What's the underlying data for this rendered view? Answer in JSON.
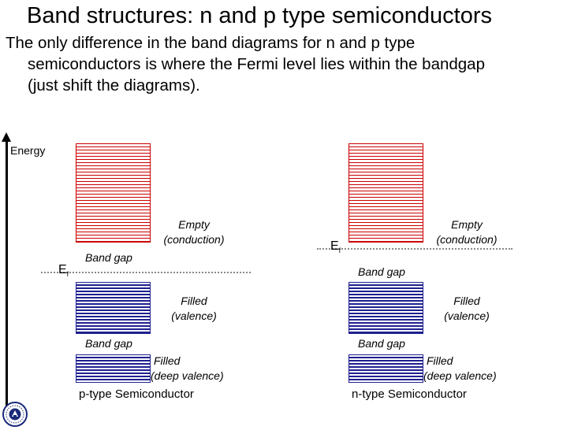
{
  "slide": {
    "title": "Band structures: n and p type semiconductors",
    "body_lines": [
      "The only difference in the band diagrams for n and p type",
      "semiconductors is where the Fermi level lies within the bandgap",
      "(just shift the diagrams)."
    ]
  },
  "axis": {
    "label": "Energy"
  },
  "left_diagram": {
    "fermi_symbol": "E",
    "fermi_subscript": "f",
    "empty_label": [
      "Empty",
      "(conduction)"
    ],
    "filled_label": [
      "Filled",
      "(valence)"
    ],
    "deep_label": [
      "Filled",
      "(deep valence)"
    ],
    "band_gap_upper": "Band gap",
    "band_gap_lower": "Band gap",
    "caption": "p-type Semiconductor"
  },
  "right_diagram": {
    "fermi_symbol": "E",
    "fermi_subscript": "f",
    "empty_label": [
      "Empty",
      "(conduction)"
    ],
    "filled_label": [
      "Filled",
      "(valence)"
    ],
    "deep_label": [
      "Filled",
      "(deep valence)"
    ],
    "band_gap_upper": "Band gap",
    "band_gap_lower": "Band gap",
    "caption": "n-type Semiconductor"
  },
  "colors": {
    "conduction_band": "#cc0000",
    "valence_band": "#1f1f8f",
    "fermi_line": "#888888"
  },
  "logo": {
    "name": "university-seal"
  }
}
